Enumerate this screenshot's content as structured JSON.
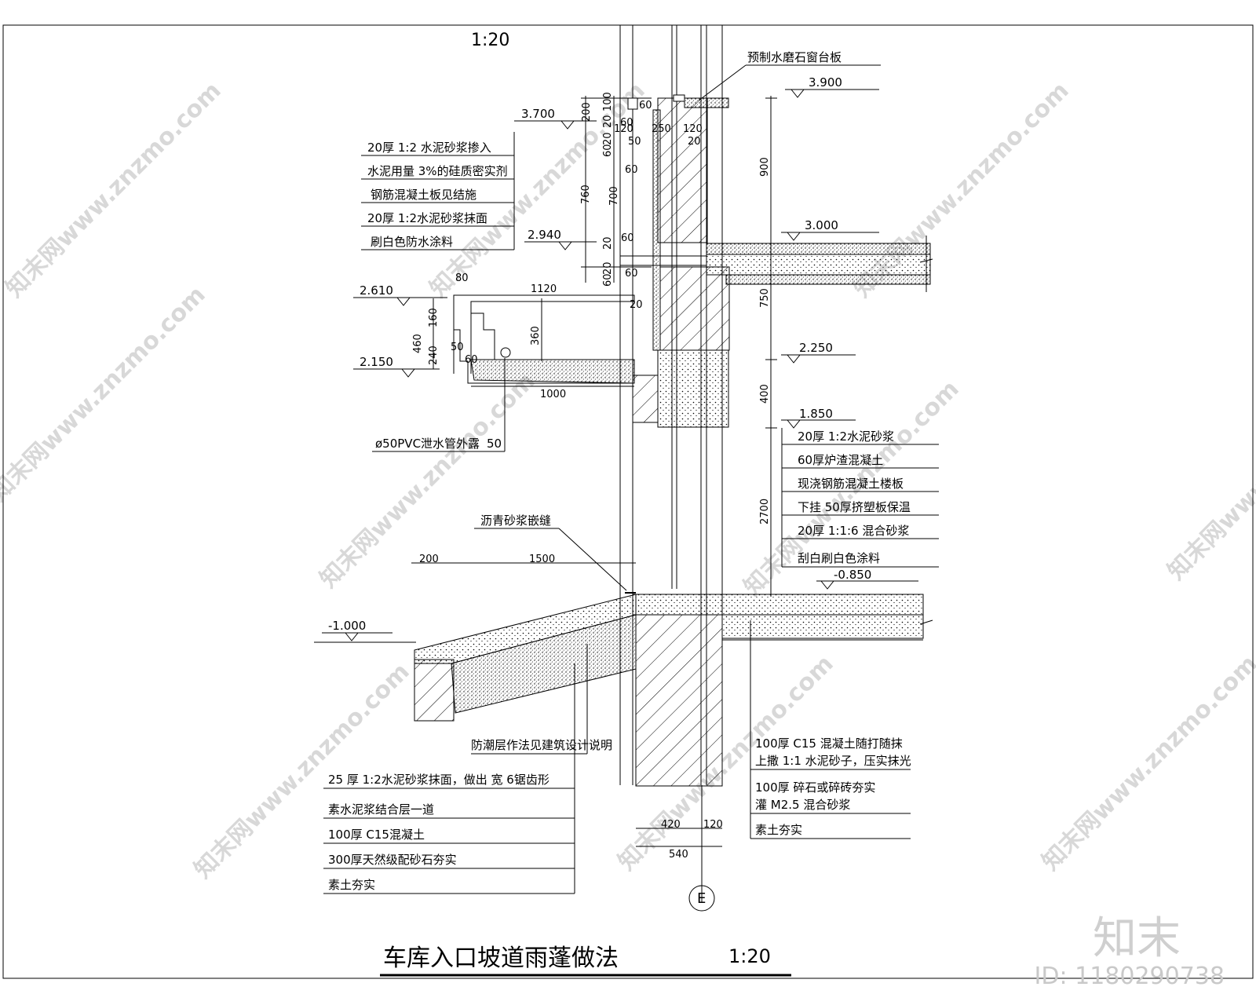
{
  "scale_top": "1:20",
  "title": "车库入口坡道雨蓬做法",
  "title_scale": "1:20",
  "axis_label": "E",
  "brand": "知末",
  "drawing_id": "ID: 1180290738",
  "watermark": "知末网www.znzmo.com",
  "levels": {
    "l3900": "3.900",
    "l3700": "3.700",
    "l3000": "3.000",
    "l2940": "2.940",
    "l2610": "2.610",
    "l2250": "2.250",
    "l2150": "2.150",
    "l1850": "1.850",
    "lm0850": "-0.850",
    "lm1000": "-1.000"
  },
  "dims": {
    "d100": "100",
    "d60a": "60",
    "d200": "200",
    "d20a": "20",
    "d60b": "60",
    "d20b": "20",
    "d60c": "60",
    "d60d": "60",
    "d760": "760",
    "d700": "700",
    "d20c": "20",
    "d60e": "60",
    "d20d": "20",
    "d60f": "60",
    "d60g": "60",
    "d120a": "120",
    "d250": "250",
    "d120b": "120",
    "d50": "50",
    "d20e": "20",
    "d900": "900",
    "d750": "750",
    "d400": "400",
    "d2700": "2700",
    "d80": "80",
    "d1120": "1120",
    "d160": "160",
    "d460": "460",
    "d50b": "50",
    "d240": "240",
    "d60h": "60",
    "d360": "360",
    "d20f": "20",
    "d1000": "1000",
    "d200b": "200",
    "d1500": "1500",
    "d420": "420",
    "d120c": "120",
    "d540": "540"
  },
  "notes": {
    "precast_sill": "预制水磨石窗台板",
    "canopy": [
      "20厚 1:2 水泥砂浆掺入",
      "水泥用量   3%的硅质密实剂",
      "钢筋混凝土板见结施",
      "20厚 1:2水泥砂浆抹面",
      "刷白色防水涂料"
    ],
    "pvc": "ø50PVC泄水管外露",
    "pvc_len": "50",
    "floor": [
      "20厚 1:2水泥砂浆",
      "60厚炉渣混凝土",
      "现浇钢筋混凝土楼板",
      "下挂  50厚挤塑板保温",
      "20厚 1:1:6 混合砂浆",
      "刮白刷白色涂料"
    ],
    "asphalt": "沥青砂浆嵌缝",
    "damp": "防潮层作法见建筑设计说明",
    "ramp": [
      "25 厚  1:2水泥砂浆抹面，做出   宽  6锯齿形",
      "素水泥浆结合层一道",
      "100厚 C15混凝土",
      "300厚天然级配砂石夯实",
      "素土夯实"
    ],
    "ground": [
      "100厚 C15 混凝土随打随抹",
      "上撒  1:1 水泥砂子，压实抹光",
      "100厚 碎石或碎砖夯实",
      "灌 M2.5 混合砂浆",
      "素土夯实"
    ]
  }
}
